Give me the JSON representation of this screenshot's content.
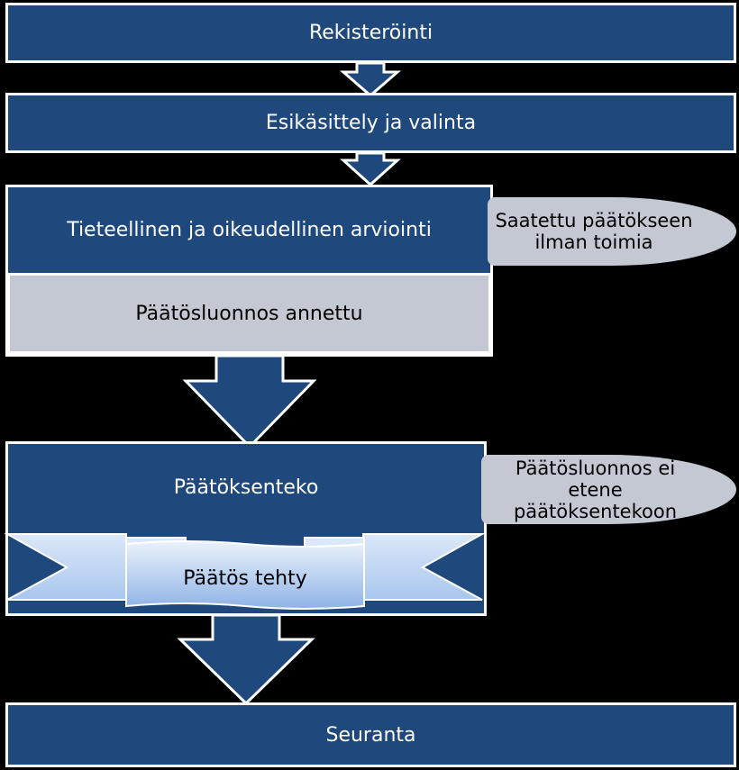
{
  "steps": {
    "registration": "Rekisteröinti",
    "preprocessing": "Esikäsittely ja valinta",
    "evaluation": "Tieteellinen ja oikeudellinen arviointi",
    "draft_given": "Päätösluonnos annettu",
    "decision_making": "Päätöksenteko",
    "decision_made": "Päätös tehty",
    "follow_up": "Seuranta"
  },
  "side_notes": {
    "no_action": "Saatettu päätökseen ilman toimia",
    "draft_not_proceeding": "Päätösluonnos ei etene päätöksentekoon"
  },
  "colors": {
    "box_blue": "#1f487c",
    "panel_gray": "#c3c8d3",
    "ribbon_light": "#c6d9f1",
    "background": "#000000"
  }
}
